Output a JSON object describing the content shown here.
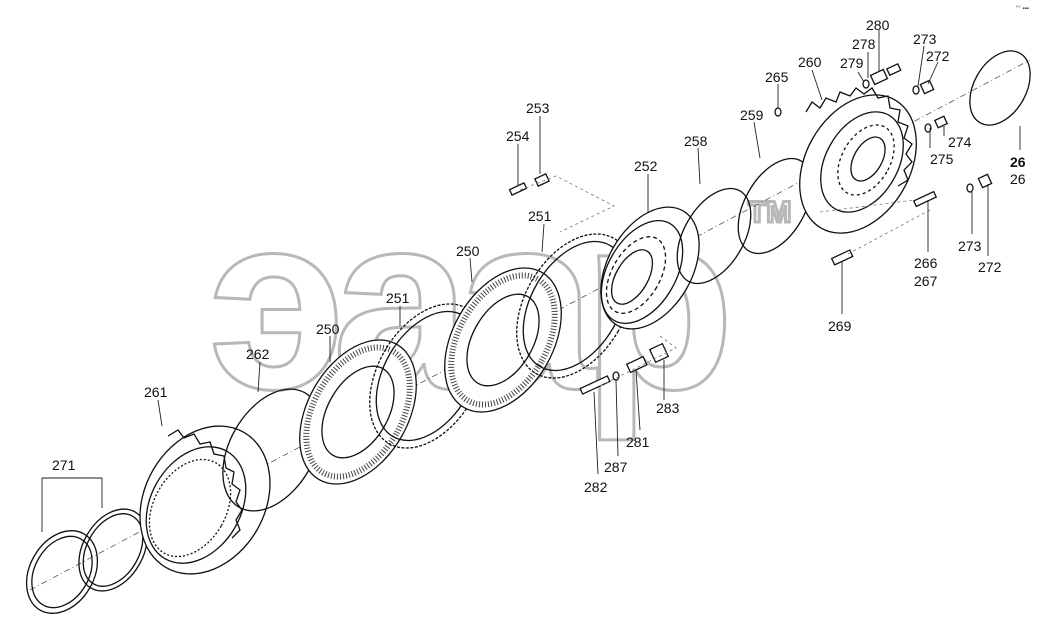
{
  "watermark": {
    "text": "эаар",
    "tm": "TM"
  },
  "corner_mark": "°° ▪▪▪",
  "callouts": [
    {
      "id": "c280",
      "text": "280"
    },
    {
      "id": "c278",
      "text": "278"
    },
    {
      "id": "c279",
      "text": "279"
    },
    {
      "id": "c273a",
      "text": "273"
    },
    {
      "id": "c272a",
      "text": "272"
    },
    {
      "id": "c260",
      "text": "260"
    },
    {
      "id": "c265",
      "text": "265"
    },
    {
      "id": "c259",
      "text": "259"
    },
    {
      "id": "c258",
      "text": "258"
    },
    {
      "id": "c253",
      "text": "253"
    },
    {
      "id": "c254",
      "text": "254"
    },
    {
      "id": "c252",
      "text": "252"
    },
    {
      "id": "c274",
      "text": "274"
    },
    {
      "id": "c275",
      "text": "275"
    },
    {
      "id": "c26a",
      "text": "26"
    },
    {
      "id": "c26b",
      "text": "26"
    },
    {
      "id": "c251a",
      "text": "251"
    },
    {
      "id": "c250a",
      "text": "250"
    },
    {
      "id": "c251b",
      "text": "251"
    },
    {
      "id": "c250b",
      "text": "250"
    },
    {
      "id": "c262",
      "text": "262"
    },
    {
      "id": "c261",
      "text": "261"
    },
    {
      "id": "c271",
      "text": "271"
    },
    {
      "id": "c273b",
      "text": "273"
    },
    {
      "id": "c272b",
      "text": "272"
    },
    {
      "id": "c266",
      "text": "266"
    },
    {
      "id": "c267",
      "text": "267"
    },
    {
      "id": "c269",
      "text": "269"
    },
    {
      "id": "c283",
      "text": "283"
    },
    {
      "id": "c281",
      "text": "281"
    },
    {
      "id": "c287",
      "text": "287"
    },
    {
      "id": "c282",
      "text": "282"
    }
  ]
}
